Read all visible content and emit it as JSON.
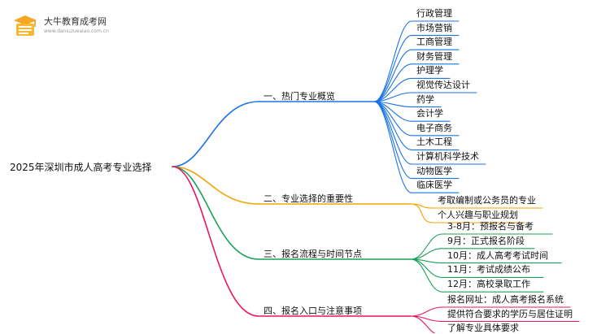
{
  "logo": {
    "title": "大牛教育成考网",
    "url": "www.daniuzueaiao.com.cn",
    "icon": "book-graduation-icon"
  },
  "root": "2025年深圳市成人高考专业选择",
  "branches": [
    {
      "label": "一、热门专业概览",
      "color": "#1a73e8",
      "leaves": [
        "行政管理",
        "市场营销",
        "工商管理",
        "财务管理",
        "护理学",
        "视觉传达设计",
        "药学",
        "会计学",
        "电子商务",
        "土木工程",
        "计算机科学技术",
        "动物医学",
        "临床医学"
      ]
    },
    {
      "label": "二、专业选择的重要性",
      "color": "#f0a500",
      "leaves": [
        "考取编制或公务员的专业",
        "个人兴趣与职业规划"
      ]
    },
    {
      "label": "三、报名流程与时间节点",
      "color": "#18a058",
      "leaves": [
        "3-8月：预报名与备考",
        "9月：正式报名阶段",
        "10月：成人高考考试时间",
        "11月：考试成绩公布",
        "12月：高校录取工作"
      ]
    },
    {
      "label": "四、报名入口与注意事项",
      "color": "#e8175d",
      "leaves": [
        "报名网址：成人高考报名系统",
        "提供符合要求的学历与居住证明",
        "了解专业具体要求"
      ]
    }
  ]
}
